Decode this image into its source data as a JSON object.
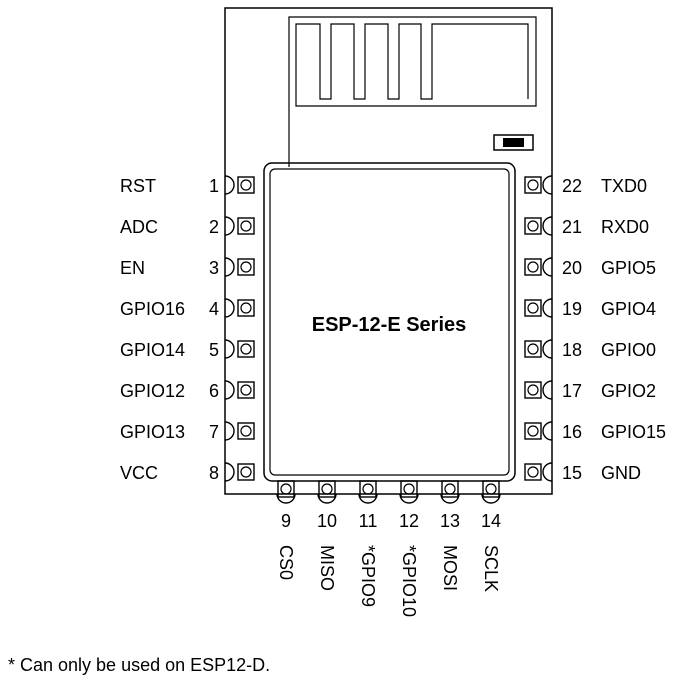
{
  "module": {
    "title": "ESP-12-E Series",
    "footnote": "* Can only be used on ESP12-D."
  },
  "pins": {
    "left": [
      {
        "num": "1",
        "label": "RST"
      },
      {
        "num": "2",
        "label": "ADC"
      },
      {
        "num": "3",
        "label": "EN"
      },
      {
        "num": "4",
        "label": "GPIO16"
      },
      {
        "num": "5",
        "label": "GPIO14"
      },
      {
        "num": "6",
        "label": "GPIO12"
      },
      {
        "num": "7",
        "label": "GPIO13"
      },
      {
        "num": "8",
        "label": "VCC"
      }
    ],
    "right": [
      {
        "num": "22",
        "label": "TXD0"
      },
      {
        "num": "21",
        "label": "RXD0"
      },
      {
        "num": "20",
        "label": "GPIO5"
      },
      {
        "num": "19",
        "label": "GPIO4"
      },
      {
        "num": "18",
        "label": "GPIO0"
      },
      {
        "num": "17",
        "label": "GPIO2"
      },
      {
        "num": "16",
        "label": "GPIO15"
      },
      {
        "num": "15",
        "label": "GND"
      }
    ],
    "bottom": [
      {
        "num": "9",
        "label": "CS0"
      },
      {
        "num": "10",
        "label": "MISO"
      },
      {
        "num": "11",
        "label": "*GPIO9"
      },
      {
        "num": "12",
        "label": "*GPIO10"
      },
      {
        "num": "13",
        "label": "MOSI"
      },
      {
        "num": "14",
        "label": "SCLK"
      }
    ]
  }
}
